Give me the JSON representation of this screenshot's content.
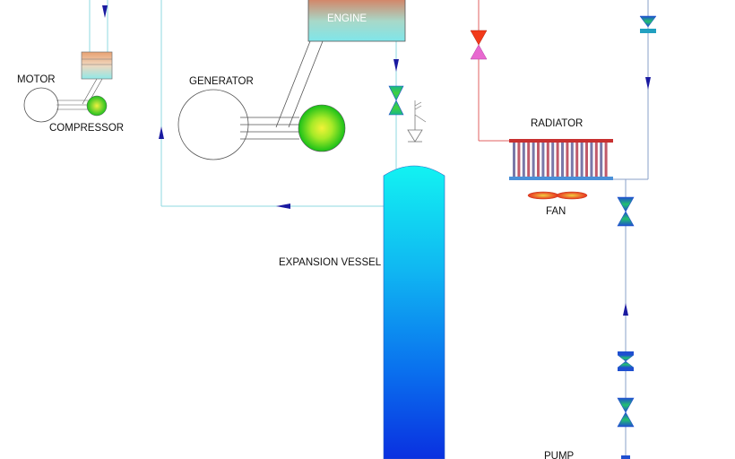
{
  "labels": {
    "engine": "ENGINE",
    "motor": "MOTOR",
    "compressor": "COMPRESSOR",
    "generator": "GENERATOR",
    "radiator": "RADIATOR",
    "fan": "FAN",
    "expansion_vessel": "EXPANSION VESSEL",
    "pump": "PUMP"
  },
  "colors": {
    "cold_pipe": "#8fd8e0",
    "hot_pipe": "#e06060",
    "return_pipe": "#8aa0c8",
    "flow_arrow": "#1a1aa0",
    "valve_green": "#22c070",
    "valve_blue": "#1f4fd0",
    "vessel_top": "#10f0f0",
    "vessel_bottom": "#0a30e0"
  }
}
